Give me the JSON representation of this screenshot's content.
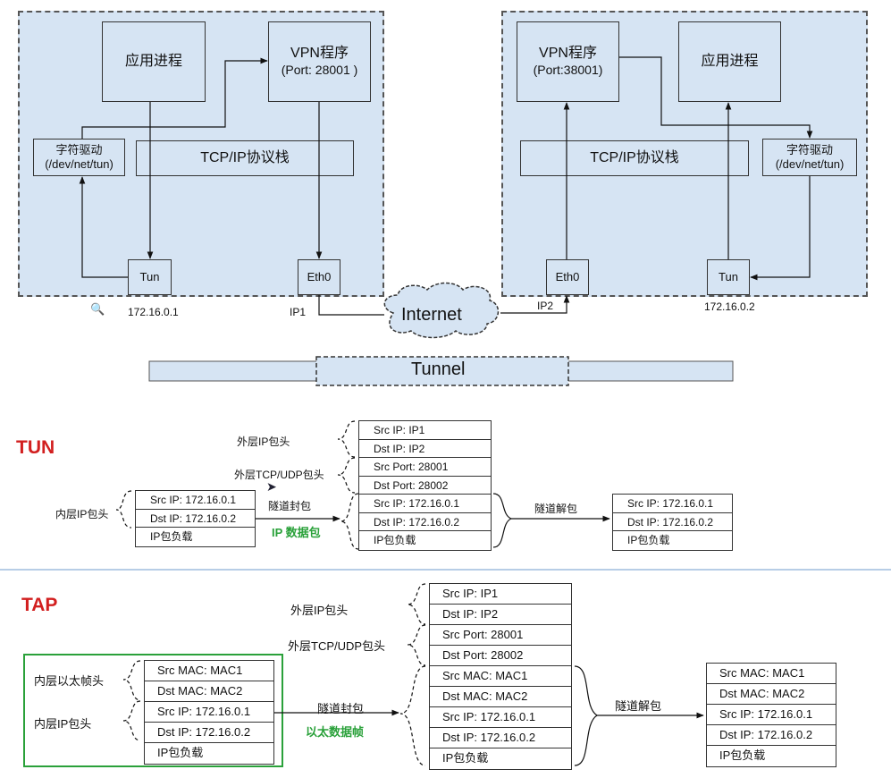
{
  "top": {
    "left_host": {
      "app": "应用进程",
      "vpn_title": "VPN程序",
      "vpn_port": "(Port: 28001 )",
      "char_driver_title": "字符驱动",
      "char_driver_path": "(/dev/net/tun)",
      "tcpip": "TCP/IP协议栈",
      "tun": "Tun",
      "eth0": "Eth0",
      "tun_ip": "172.16.0.1",
      "eth_ip": "IP1"
    },
    "right_host": {
      "app": "应用进程",
      "vpn_title": "VPN程序",
      "vpn_port": "(Port:38001)",
      "char_driver_title": "字符驱动",
      "char_driver_path": "(/dev/net/tun)",
      "tcpip": "TCP/IP协议栈",
      "tun": "Tun",
      "eth0": "Eth0",
      "tun_ip": "172.16.0.2",
      "eth_ip": "IP2"
    },
    "internet": "Internet",
    "tunnel": "Tunnel"
  },
  "tun": {
    "title": "TUN",
    "outer_ip_header": "外层IP包头",
    "outer_tcp_udp_header": "外层TCP/UDP包头",
    "inner_ip_header": "内层IP包头",
    "encap": "隧道封包",
    "decap": "隧道解包",
    "packet_type": "IP 数据包",
    "inner_rows": [
      "Src IP: 172.16.0.1",
      "Dst IP: 172.16.0.2",
      "IP包负载"
    ],
    "encap_rows": [
      "Src IP: IP1",
      "Dst IP: IP2",
      "Src Port: 28001",
      "Dst Port: 28002",
      "Src IP: 172.16.0.1",
      "Dst IP: 172.16.0.2",
      "IP包负载"
    ],
    "out_rows": [
      "Src IP: 172.16.0.1",
      "Dst IP: 172.16.0.2",
      "IP包负载"
    ]
  },
  "tap": {
    "title": "TAP",
    "outer_ip_header": "外层IP包头",
    "outer_tcp_udp_header": "外层TCP/UDP包头",
    "inner_eth_header": "内层以太帧头",
    "inner_ip_header": "内层IP包头",
    "encap": "隧道封包",
    "decap": "隧道解包",
    "frame_type": "以太数据帧",
    "inner_rows": [
      "Src MAC: MAC1",
      "Dst MAC: MAC2",
      "Src IP: 172.16.0.1",
      "Dst IP: 172.16.0.2",
      "IP包负载"
    ],
    "encap_rows": [
      "Src IP: IP1",
      "Dst IP: IP2",
      "Src Port: 28001",
      "Dst Port: 28002",
      "Src MAC: MAC1",
      "Dst MAC: MAC2",
      "Src IP: 172.16.0.1",
      "Dst IP: 172.16.0.2",
      "IP包负载"
    ],
    "out_rows": [
      "Src MAC: MAC1",
      "Dst MAC: MAC2",
      "Src IP: 172.16.0.1",
      "Dst IP: 172.16.0.2",
      "IP包负载"
    ]
  }
}
